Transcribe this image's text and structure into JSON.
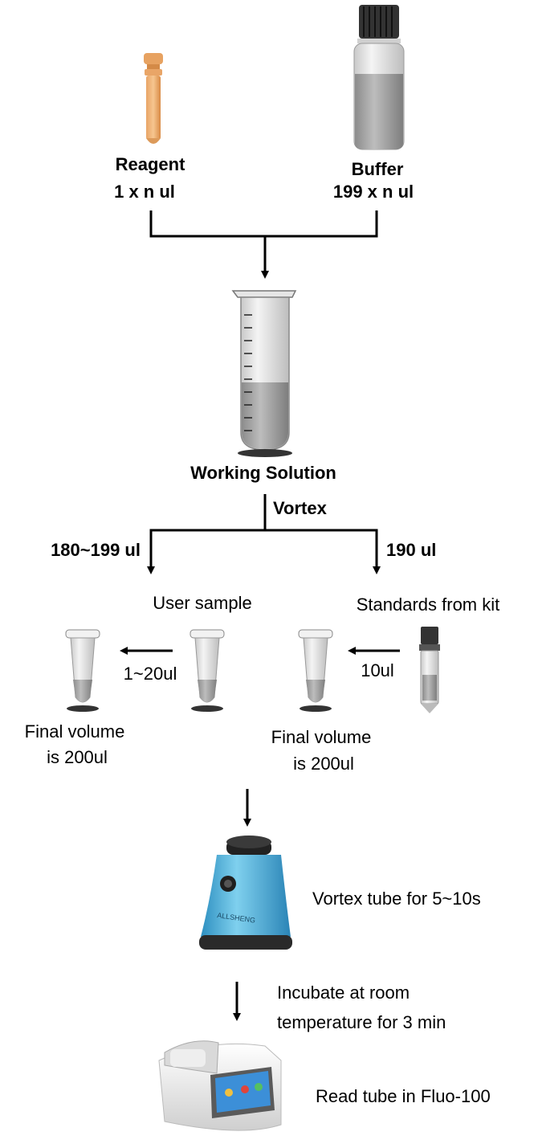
{
  "reagent": {
    "name": "Reagent",
    "volume": "1 x n ul"
  },
  "buffer": {
    "name": "Buffer",
    "volume": "199 x n ul"
  },
  "working_solution": {
    "name": "Working Solution",
    "action": "Vortex"
  },
  "left_branch": {
    "volume": "180~199 ul",
    "sample_label": "User sample",
    "transfer": "1~20ul",
    "final_line1": "Final volume",
    "final_line2": "is 200ul"
  },
  "right_branch": {
    "volume": "190 ul",
    "standards_label": "Standards from kit",
    "transfer": "10ul",
    "final_line1": "Final volume",
    "final_line2": "is 200ul"
  },
  "vortex_step": {
    "label": "Vortex tube for 5~10s",
    "brand": "ALLSHENG"
  },
  "incubate_step": {
    "line1": "Incubate at room",
    "line2": "temperature for 3 min"
  },
  "read_step": {
    "label": "Read tube in Fluo-100"
  }
}
